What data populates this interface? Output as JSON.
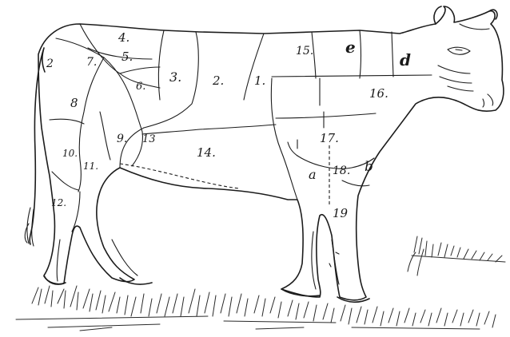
{
  "colors": {
    "ink": "#1c1c1c",
    "paper": "#ffffff"
  },
  "cuts": [
    {
      "key": "c4",
      "label": "4."
    },
    {
      "key": "c5",
      "label": "5."
    },
    {
      "key": "c6",
      "label": "6."
    },
    {
      "key": "c7",
      "label": "7."
    },
    {
      "key": "c8",
      "label": "8"
    },
    {
      "key": "c3",
      "label": "3."
    },
    {
      "key": "c2",
      "label": "2."
    },
    {
      "key": "c1",
      "label": "1."
    },
    {
      "key": "c15",
      "label": "15."
    },
    {
      "key": "ce",
      "label": "e"
    },
    {
      "key": "cd",
      "label": "d"
    },
    {
      "key": "c16",
      "label": "16."
    },
    {
      "key": "c17",
      "label": "17."
    },
    {
      "key": "c18",
      "label": "18."
    },
    {
      "key": "ca",
      "label": "a"
    },
    {
      "key": "cb",
      "label": "b"
    },
    {
      "key": "c19",
      "label": "19"
    },
    {
      "key": "c14",
      "label": "14."
    },
    {
      "key": "c13",
      "label": "13"
    },
    {
      "key": "c9",
      "label": "9."
    },
    {
      "key": "c10",
      "label": "10."
    },
    {
      "key": "c11",
      "label": "11."
    },
    {
      "key": "c12",
      "label": "12."
    },
    {
      "key": "cz",
      "label": "2"
    }
  ]
}
